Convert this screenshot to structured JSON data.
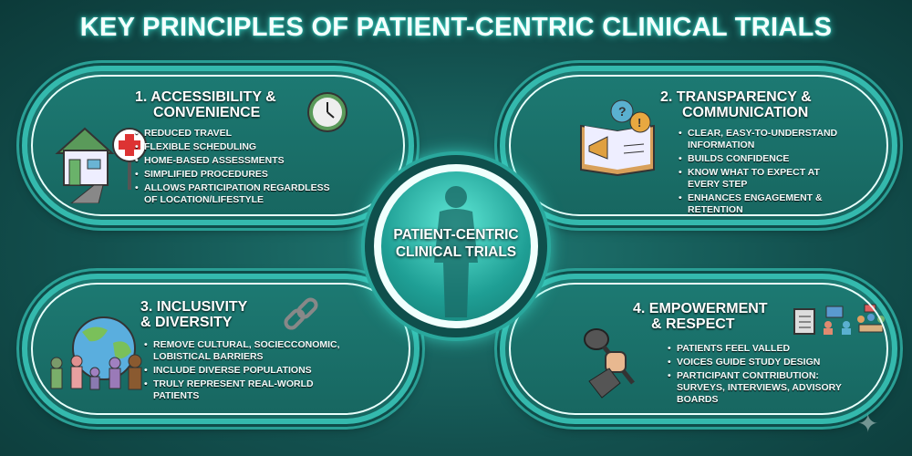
{
  "title": "KEY PRINCIPLES OF PATIENT-CENTRIC CLINICAL TRIALS",
  "center": {
    "line1": "PATIENT-CENTRIC",
    "line2": "CLINICAL TRIALS"
  },
  "principles": [
    {
      "heading1": "1. ACCESSIBILITY &",
      "heading2": "CONVENIENCE",
      "icons": [
        "house-medical-icon",
        "clock-icon"
      ],
      "bullets": [
        "REDUCED TRAVEL",
        "FLEXIBLE SCHEDULING",
        "HOME-BASED ASSESSMENTS",
        "SIMPLIFIED PROCEDURES",
        "ALLOWS PARTICIPATION REGARDLESS OF LOCATION/LIFESTYLE"
      ]
    },
    {
      "heading1": "2. TRANSPARENCY &",
      "heading2": "COMMUNICATION",
      "icons": [
        "book-megaphone-icon"
      ],
      "bullets": [
        "CLEAR, EASY-TO-UNDERSTAND INFORMATION",
        "BUILDS CONFIDENCE",
        "KNOW WHAT TO EXPECT AT EVERY STEP",
        "ENHANCES ENGAGEMENT & RETENTION"
      ]
    },
    {
      "heading1": "3. INCLUSIVITY",
      "heading2": "& DIVERSITY",
      "icons": [
        "globe-people-icon",
        "broken-chain-icon"
      ],
      "bullets": [
        "REMOVE CULTURAL, SOCIECCONOMIC, LOBISTICAL BARRIERS",
        "INCLUDE DIVERSE POPULATIONS",
        "TRULY REPRESENT REAL-WORLD PATIENTS"
      ]
    },
    {
      "heading1": "4. EMPOWERMENT",
      "heading2": "& RESPECT",
      "icons": [
        "microphone-hand-icon",
        "clipboard-icon",
        "chat-people-icon",
        "advisory-board-icon"
      ],
      "bullets": [
        "PATIENTS FEEL VALLED",
        "VOICES GUIDE STUDY DESIGN",
        "PARTICIPANT CONTRIBUTION: SURVEYS, INTERVIEWS, ADVISORY BOARDS"
      ]
    }
  ],
  "colors": {
    "background": "#13514f",
    "card": "#1d7a73",
    "border": "#34b9ad",
    "accent": "#3fe0d0"
  }
}
